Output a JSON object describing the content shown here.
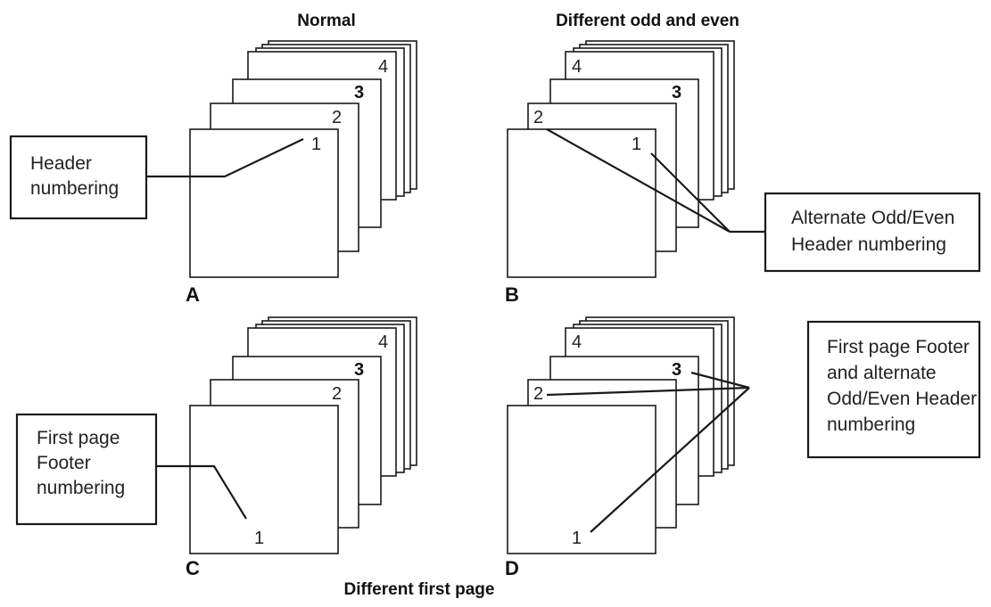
{
  "headings": {
    "normal": "Normal",
    "different_odd_even": "Different odd and even",
    "different_first_page": "Different first page"
  },
  "panels": {
    "a": {
      "letter": "A",
      "page_numbers": {
        "p1": "1",
        "p2": "2",
        "p3": "3",
        "p4": "4"
      },
      "callout": {
        "line1": "Header",
        "line2": "numbering"
      }
    },
    "b": {
      "letter": "B",
      "page_numbers": {
        "p1": "1",
        "p2": "2",
        "p3": "3",
        "p4": "4"
      },
      "callout": {
        "line1": "Alternate Odd/Even",
        "line2": "Header numbering"
      }
    },
    "c": {
      "letter": "C",
      "page_numbers": {
        "p1": "1",
        "p2": "2",
        "p3": "3",
        "p4": "4"
      },
      "callout": {
        "line1": "First page",
        "line2": "Footer",
        "line3": "numbering"
      }
    },
    "d": {
      "letter": "D",
      "page_numbers": {
        "p1": "1",
        "p2": "2",
        "p3": "3",
        "p4": "4"
      },
      "callout": {
        "line1": "First page Footer",
        "line2": "and alternate",
        "line3": "Odd/Even Header",
        "line4": "numbering"
      }
    }
  },
  "colors": {
    "stroke": "#1a1a1a",
    "text": "#222222",
    "background": "#ffffff"
  }
}
